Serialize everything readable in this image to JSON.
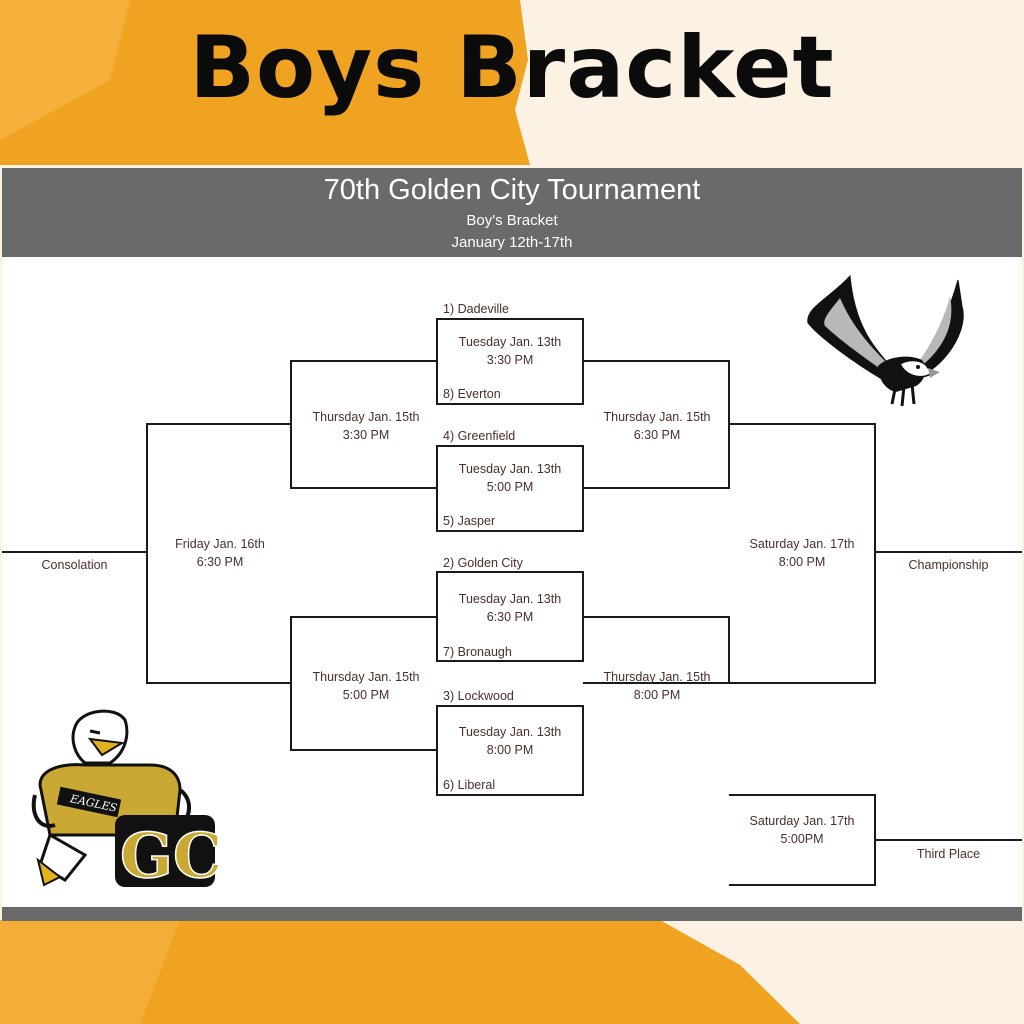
{
  "title": "Boys Bracket",
  "header": {
    "tournament": "70th Golden City Tournament",
    "subtitle": "Boy's Bracket",
    "dates": "January 12th-17th"
  },
  "teams": {
    "t1": "1) Dadeville",
    "t8": "8) Everton",
    "t4": "4) Greenfield",
    "t5": "5) Jasper",
    "t2": "2) Golden City",
    "t7": "7) Bronaugh",
    "t3": "3) Lockwood",
    "t6": "6) Liberal"
  },
  "round1": {
    "g1": {
      "day": "Tuesday Jan. 13th",
      "time": "3:30 PM"
    },
    "g2": {
      "day": "Tuesday Jan. 13th",
      "time": "5:00 PM"
    },
    "g3": {
      "day": "Tuesday Jan. 13th",
      "time": "6:30 PM"
    },
    "g4": {
      "day": "Tuesday Jan. 13th",
      "time": "8:00 PM"
    }
  },
  "consolation_semis": {
    "top": {
      "day": "Thursday  Jan. 15th",
      "time": "3:30 PM"
    },
    "bottom": {
      "day": "Thursday  Jan. 15th",
      "time": "5:00 PM"
    }
  },
  "winner_semis": {
    "top": {
      "day": "Thursday Jan. 15th",
      "time": "6:30 PM"
    },
    "bottom": {
      "day": "Thursday Jan. 15th",
      "time": "8:00 PM"
    }
  },
  "consolation_final": {
    "day": "Friday Jan. 16th",
    "time": "6:30 PM",
    "label": "Consolation"
  },
  "championship": {
    "day": "Saturday Jan. 17th",
    "time": "8:00 PM",
    "label": "Championship"
  },
  "third_place": {
    "day": "Saturday Jan. 17th",
    "time": "5:00PM",
    "label": "Third Place"
  },
  "mascot": {
    "shirt_text": "EAGLES",
    "logo": "GC"
  },
  "colors": {
    "gold": "#f0a320",
    "cream": "#fbf2e3",
    "header_gray": "#6a6a6a",
    "text_brown": "#4a2f2a"
  }
}
